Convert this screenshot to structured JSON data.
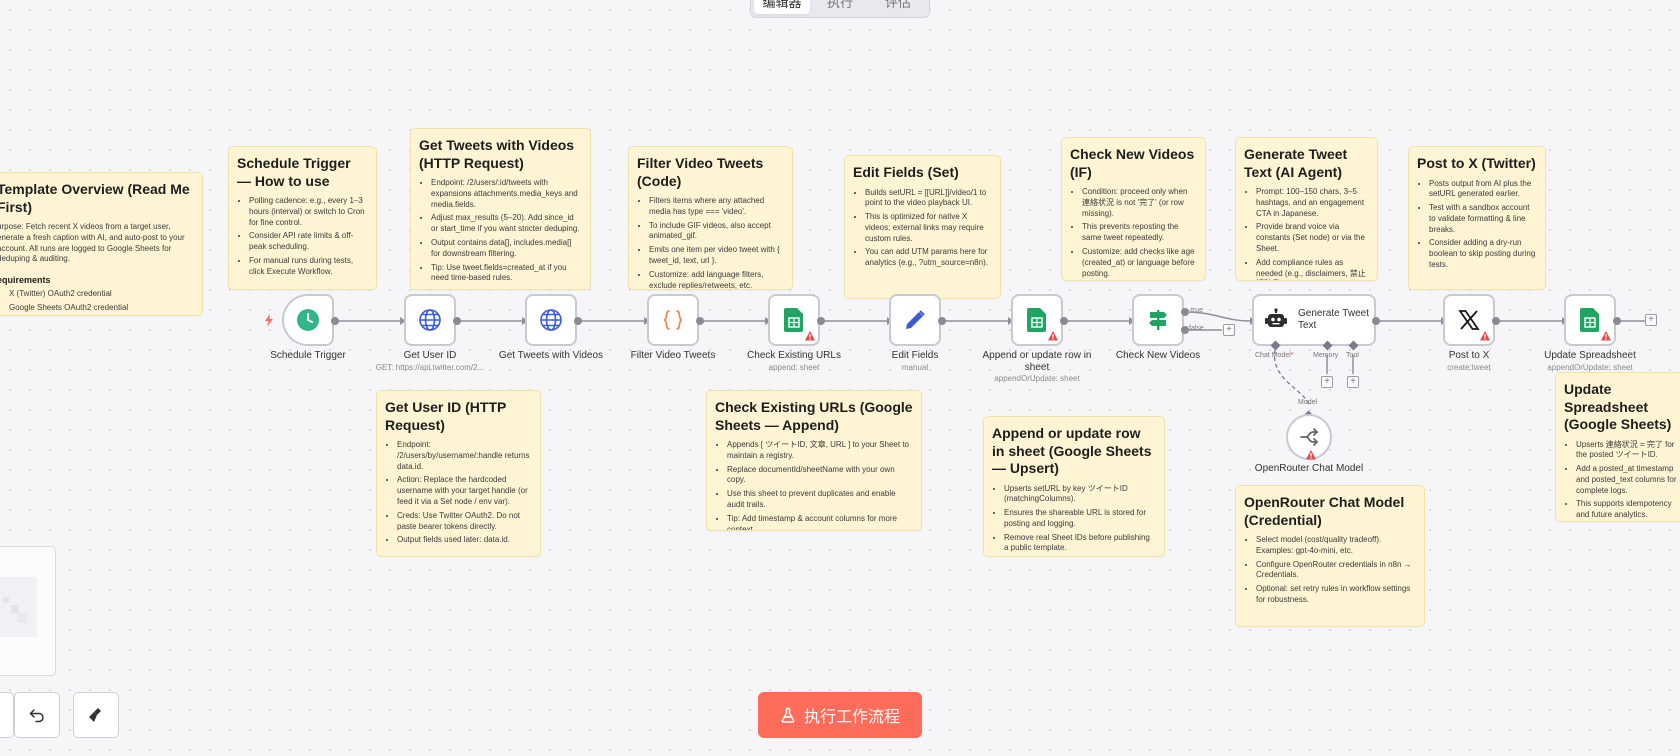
{
  "tabs": [
    "编辑器",
    "执行",
    "评估"
  ],
  "execute_button": "执行工作流程",
  "notes": {
    "overview": {
      "title": "Template Overview (Read Me First)",
      "body": "urpose: Fetch recent X videos from a target user, enerate a fresh caption with AI, and auto-post to your account. All runs are logged to Google Sheets for deduping & auditing.",
      "req_title": "equirements",
      "req": [
        "X (Twitter) OAuth2 credential",
        "Google Sheets OAuth2 credential"
      ]
    },
    "schedule": {
      "title": "Schedule Trigger — How to use",
      "items": [
        "Polling cadence: e.g., every 1–3 hours (interval) or switch to Cron for fine control.",
        "Consider API rate limits & off-peak scheduling.",
        "For manual runs during tests, click Execute Workflow."
      ]
    },
    "get_tweets": {
      "title": "Get Tweets with Videos (HTTP Request)",
      "items": [
        "Endpoint: /2/users/:id/tweets with expansions attachments.media_keys and media.fields.",
        "Adjust max_results (5–20). Add since_id or start_time if you want stricter deduping.",
        "Output contains data[], includes.media[] for downstream filtering.",
        "Tip: Use tweet.fields=created_at if you need time-based rules."
      ]
    },
    "filter": {
      "title": "Filter Video Tweets (Code)",
      "items": [
        "Filters items where any attached media has type === 'video'.",
        "To include GIF videos, also accept animated_gif.",
        "Emits one item per video tweet with { tweet_id, text, url }.",
        "Customize: add language filters, exclude replies/retweets, etc."
      ]
    },
    "edit_fields": {
      "title": "Edit Fields (Set)",
      "items": [
        "Builds setURL = [[URL]]/video/1 to point to the video playback UI.",
        "This is optimized for native X videos; external links may require custom rules.",
        "You can add UTM params here for analytics (e.g., ?utm_source=n8n)."
      ]
    },
    "check_new": {
      "title": "Check New Videos (IF)",
      "items": [
        "Condition: proceed only when 連絡状況 is not '完了' (or row missing).",
        "This prevents reposting the same tweet repeatedly.",
        "Customize: add checks like age (created_at) or language before posting."
      ]
    },
    "generate": {
      "title": "Generate Tweet Text (AI Agent)",
      "items": [
        "Prompt: 100–150 chars, 3–5 hashtags, and an engagement CTA in Japanese.",
        "Provide brand voice via constants (Set node) or via the Sheet.",
        "Add compliance rules as needed (e.g., disclaimers, 禁止語辞書)."
      ]
    },
    "post_x": {
      "title": "Post to X (Twitter)",
      "items": [
        "Posts output from AI plus the setURL generated earlier.",
        "Test with a sandbox account to validate formatting & line breaks.",
        "Consider adding a dry-run boolean to skip posting during tests."
      ]
    },
    "get_user": {
      "title": "Get User ID (HTTP Request)",
      "items": [
        "Endpoint: /2/users/by/username/:handle returns data.id.",
        "Action: Replace the hardcoded username with your target handle (or feed it via a Set node / env var).",
        "Creds: Use Twitter OAuth2. Do not paste bearer tokens directly.",
        "Output fields used later: data.id."
      ]
    },
    "check_existing": {
      "title": "Check Existing URLs (Google Sheets — Append)",
      "items": [
        "Appends [ ツイートID, 文章, URL ] to your Sheet to maintain a registry.",
        "Replace documentId/sheetName with your own copy.",
        "Use this sheet to prevent duplicates and enable audit trails.",
        "Tip: Add timestamp & account columns for more context."
      ]
    },
    "append_update": {
      "title": "Append or update row in sheet (Google Sheets — Upsert)",
      "items": [
        "Upserts setURL by key ツイートID (matchingColumns).",
        "Ensures the shareable URL is stored for posting and logging.",
        "Remove real Sheet IDs before publishing a public template."
      ]
    },
    "openrouter": {
      "title": "OpenRouter Chat Model (Credential)",
      "items": [
        "Select model (cost/quality tradeoff). Examples: gpt-4o-mini, etc.",
        "Configure OpenRouter credentials in n8n → Credentials.",
        "Optional: set retry rules in workflow settings for robustness."
      ]
    },
    "update_sheet": {
      "title": "Update Spreadsheet (Google Sheets)",
      "items": [
        "Upserts 連絡状況 = 完了 for the posted ツイートID.",
        "Add a posted_at timestamp and posted_text columns for complete logs.",
        "This supports idempotency and future analytics."
      ]
    }
  },
  "nodes": {
    "schedule": {
      "label": "Schedule Trigger",
      "sub": ""
    },
    "get_user": {
      "label": "Get User ID",
      "sub": "GET: https://api.twitter.com/2..."
    },
    "get_tweets": {
      "label": "Get Tweets with Videos",
      "sub": ""
    },
    "filter": {
      "label": "Filter Video Tweets",
      "sub": ""
    },
    "check_existing": {
      "label": "Check Existing URLs",
      "sub": "append: sheet"
    },
    "edit_fields": {
      "label": "Edit Fields",
      "sub": "manual"
    },
    "append_update": {
      "label": "Append or update row in sheet",
      "sub": "appendOrUpdate: sheet"
    },
    "check_new": {
      "label": "Check New Videos",
      "sub": ""
    },
    "generate": {
      "label": "Generate Tweet Text",
      "sub": ""
    },
    "post_x": {
      "label": "Post to X",
      "sub": "create:tweet"
    },
    "update_sheet": {
      "label": "Update Spreadsheet",
      "sub": "appendOrUpdate: sheet"
    },
    "openrouter": {
      "label": "OpenRouter Chat Model",
      "sub": ""
    }
  },
  "branch_labels": {
    "true": "true",
    "false": "false"
  },
  "agent_ports": {
    "chat_model": "Chat Model",
    "memory": "Memory",
    "tool": "Tool",
    "model": "Model"
  },
  "colors": {
    "note_bg": "#fff5d4",
    "trigger_green": "#35b48a",
    "sheets_green": "#1fa463",
    "http_blue": "#3b5bdb",
    "code_orange": "#f08a5d",
    "edit_blue": "#3a5cd1",
    "execute": "#ff6d5a",
    "warning": "#e5484d"
  },
  "icons": {
    "schedule": "clock-icon",
    "get_user": "globe-icon",
    "get_tweets": "globe-icon",
    "filter": "code-braces-icon",
    "check_existing": "sheets-icon",
    "edit_fields": "pen-icon",
    "append_update": "sheets-icon",
    "check_new": "signpost-icon",
    "generate": "robot-icon",
    "post_x": "x-logo-icon",
    "update_sheet": "sheets-icon",
    "openrouter": "openrouter-icon"
  }
}
